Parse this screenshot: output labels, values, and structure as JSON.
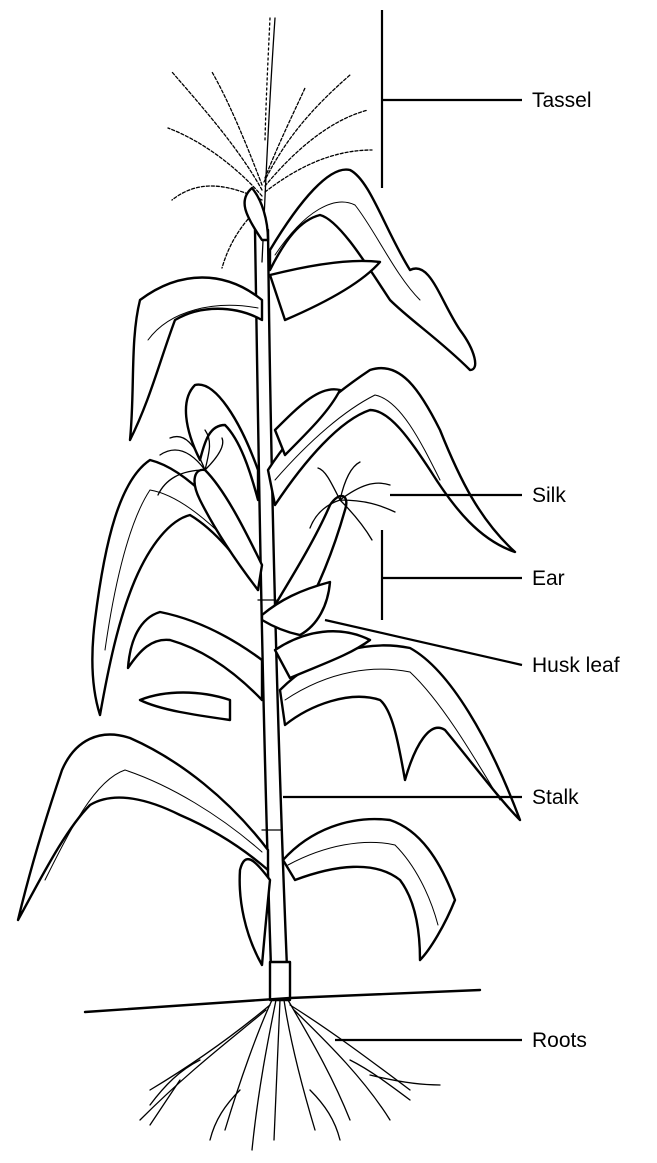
{
  "labels": {
    "tassel": "Tassel",
    "silk": "Silk",
    "ear": "Ear",
    "husk_leaf": "Husk leaf",
    "stalk": "Stalk",
    "roots": "Roots"
  }
}
